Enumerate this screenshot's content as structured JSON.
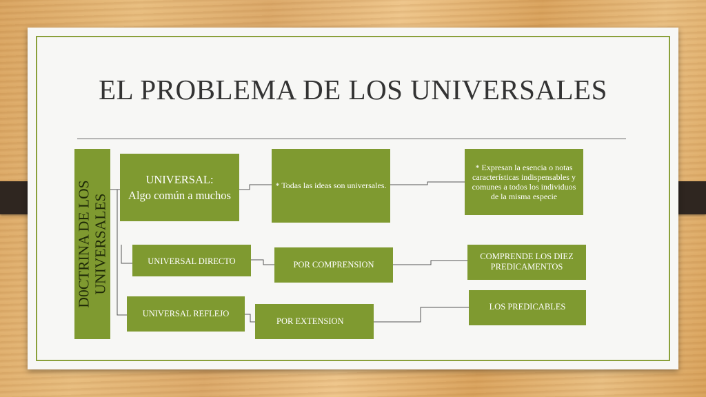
{
  "slide": {
    "title": "EL PROBLEMA DE LOS UNIVERSALES"
  },
  "diagram": {
    "root": {
      "line1": "D0CTRINA DE LOS",
      "line2": "UNIVERSALES"
    },
    "universal": {
      "line1": "UNIVERSAL:",
      "line2": "Algo común a muchos"
    },
    "todas": "* Todas las ideas son universales.",
    "expresan": "* Expresan la esencia o notas características indispensables y comunes a todos los individuos de la  misma especie",
    "directo": "UNIVERSAL DIRECTO",
    "comprension": "POR COMPRENSION",
    "predicamentos": "COMPRENDE LOS DIEZ PREDICAMENTOS",
    "reflejo": "UNIVERSAL REFLEJO",
    "extension": "POR EXTENSION",
    "predicables": "LOS PREDICABLES"
  },
  "colors": {
    "box_fill": "#7f9a30",
    "frame": "#8aa03a",
    "title_text": "#333333"
  }
}
